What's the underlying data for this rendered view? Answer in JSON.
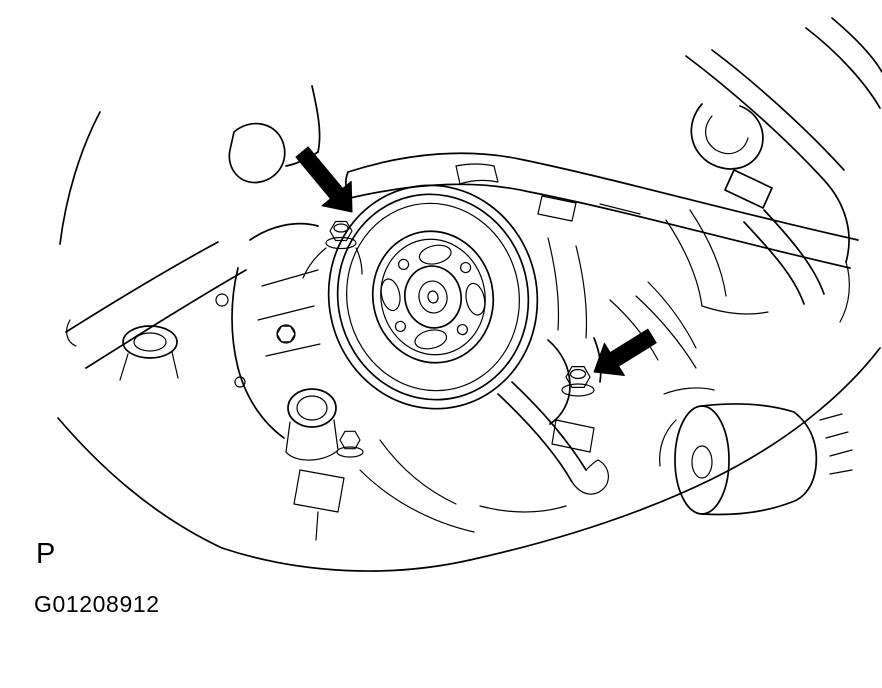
{
  "figure": {
    "part_label": "P",
    "figure_code": "G01208912"
  },
  "illustration": {
    "type": "technical-line-drawing",
    "subject": "engine compartment with power steering pump pulley; two solid callout arrows pointing at mounting bolts",
    "callouts": [
      {
        "name": "callout-arrow-top",
        "direction": "down-right",
        "points_at": "upper mounting bolt"
      },
      {
        "name": "callout-arrow-right",
        "direction": "down-left",
        "points_at": "lower-right mounting bolt"
      }
    ]
  },
  "colors": {
    "line": "#000000",
    "background": "#ffffff",
    "arrow_fill": "#000000"
  }
}
